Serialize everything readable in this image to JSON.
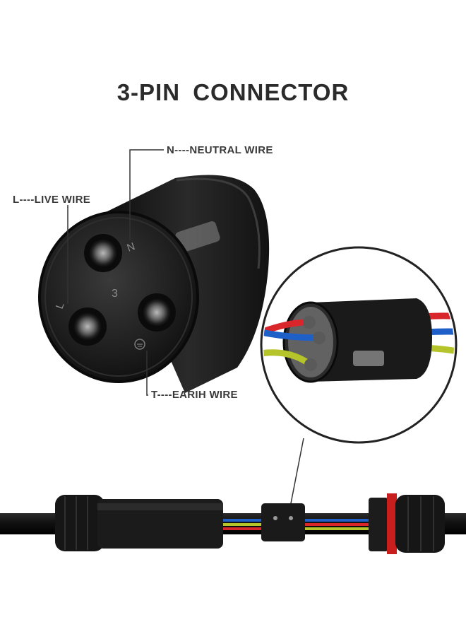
{
  "title": "3-PIN  CONNECTOR",
  "labels": {
    "neutral": "N----NEUTRAL WIRE",
    "live": "L----LIVE WIRE",
    "earth": "T----EARIH WIRE"
  },
  "face_marks": {
    "n": "N",
    "l": "L",
    "count": "3"
  },
  "colors": {
    "connector_body": "#1a1a1a",
    "leader_line": "#333333",
    "wire_red": "#d9262a",
    "wire_blue": "#1f5fc8",
    "wire_yellow_green": "#b5c42a"
  }
}
